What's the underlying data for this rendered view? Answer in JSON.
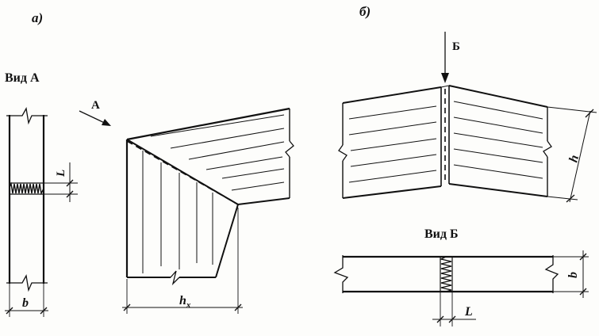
{
  "labels": {
    "panel_a": "а)",
    "panel_b": "б)",
    "view_a": "Вид А",
    "view_b": "Вид Б",
    "arrow_a": "А",
    "arrow_b": "Б",
    "dim_L_left": "L",
    "dim_b_left": "b",
    "dim_hx": "h",
    "dim_hx_sub": "x",
    "dim_h": "h",
    "dim_b_right": "b",
    "dim_L_right": "L"
  },
  "colors": {
    "ink": "#111111",
    "paper": "#fdfdfb"
  }
}
